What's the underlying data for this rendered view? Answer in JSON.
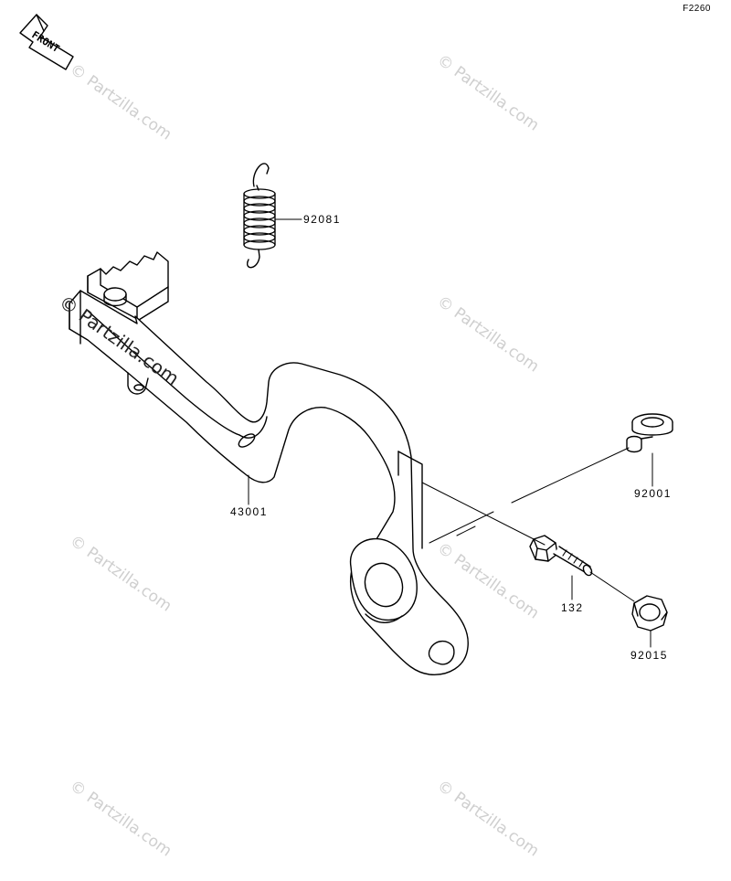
{
  "figure": {
    "code": "F2260"
  },
  "front_arrow": {
    "label": "FRONT",
    "icon": "front-arrow-icon"
  },
  "parts": [
    {
      "number": "92081",
      "name": "spring"
    },
    {
      "number": "43001",
      "name": "brake-pedal"
    },
    {
      "number": "92001",
      "name": "washer"
    },
    {
      "number": "132",
      "name": "bolt"
    },
    {
      "number": "92015",
      "name": "nut"
    }
  ],
  "watermark": {
    "text": "© Partzilla.com"
  },
  "colors": {
    "line": "#000000",
    "watermark": "#cfcfcf",
    "background": "#ffffff"
  }
}
